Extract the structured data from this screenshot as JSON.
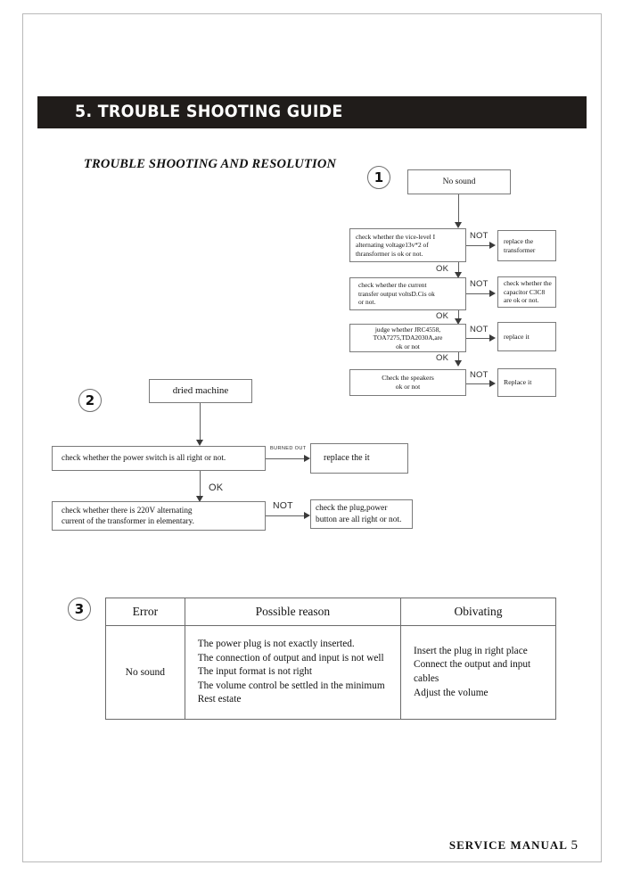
{
  "page": {
    "section_title": "5.  TROUBLE SHOOTING GUIDE",
    "subtitle": "TROUBLE SHOOTING AND RESOLUTION",
    "footer_label": "SERVICE MANUAL",
    "page_number": "5"
  },
  "flow1": {
    "step_number": "1",
    "start_box": "No sound",
    "nodes": [
      {
        "lines": [
          "check whether the vice-level I",
          "alternating voltage13v*2 of",
          "thransformer is ok or not."
        ],
        "branch_label": "NOT",
        "result_lines": [
          "replace  the",
          "transformer"
        ],
        "pass_label": "OK"
      },
      {
        "lines": [
          "check whether the current",
          "transfer output voltsD.Cis ok",
          "or not."
        ],
        "branch_label": "NOT",
        "result_lines": [
          "check whether the",
          "capacitor C3C8",
          "are ok or not."
        ],
        "pass_label": "OK"
      },
      {
        "lines": [
          "judge whether JRC4558,",
          "TOA7275,TDA2030A,are",
          "ok or not"
        ],
        "branch_label": "NOT",
        "result_lines": [
          "replace it"
        ],
        "pass_label": "OK"
      },
      {
        "lines": [
          "Check the speakers",
          "ok or not"
        ],
        "branch_label": "NOT",
        "result_lines": [
          "Replace it"
        ],
        "pass_label": ""
      }
    ]
  },
  "flow2": {
    "step_number": "2",
    "start_box": "dried machine",
    "nodes": [
      {
        "lines": [
          "check whether the power switch is all right or not."
        ],
        "branch_label": "BURNED OUT",
        "result_lines": [
          "replace the it"
        ],
        "pass_label": "OK"
      },
      {
        "lines": [
          "check whether there is 220V alternating",
          "current of the transformer in elementary."
        ],
        "branch_label": "NOT",
        "result_lines": [
          "check the plug,power",
          "button are all right or not."
        ],
        "pass_label": ""
      }
    ]
  },
  "table_section": {
    "step_number": "3",
    "headers": [
      "Error",
      "Possible reason",
      "Obivating"
    ],
    "rows": [
      {
        "error": "No sound",
        "reason_lines": [
          "The power plug is not exactly inserted.",
          "The connection of output and input is not well",
          "The input format is not right",
          "The volume control be settled in the minimum",
          " Rest estate"
        ],
        "obviating_lines": [
          "Insert the plug in right place",
          "Connect the output and input",
          "cables",
          "Adjust the volume"
        ]
      }
    ]
  }
}
